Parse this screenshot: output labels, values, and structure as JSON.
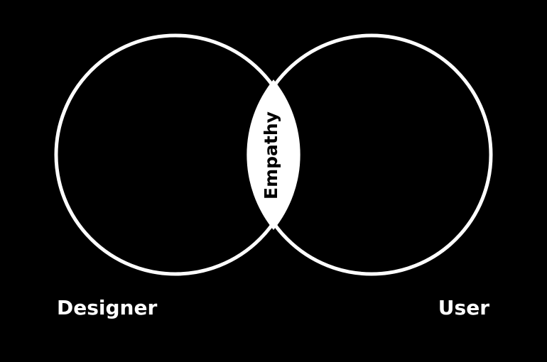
{
  "diagram": {
    "left_set": {
      "label": "Designer"
    },
    "right_set": {
      "label": "User"
    },
    "intersection": {
      "label": "Empathy"
    }
  },
  "colors": {
    "background": "#000000",
    "stroke": "#ffffff",
    "intersection_fill": "#ffffff",
    "intersection_text": "#000000",
    "label_text": "#ffffff"
  }
}
